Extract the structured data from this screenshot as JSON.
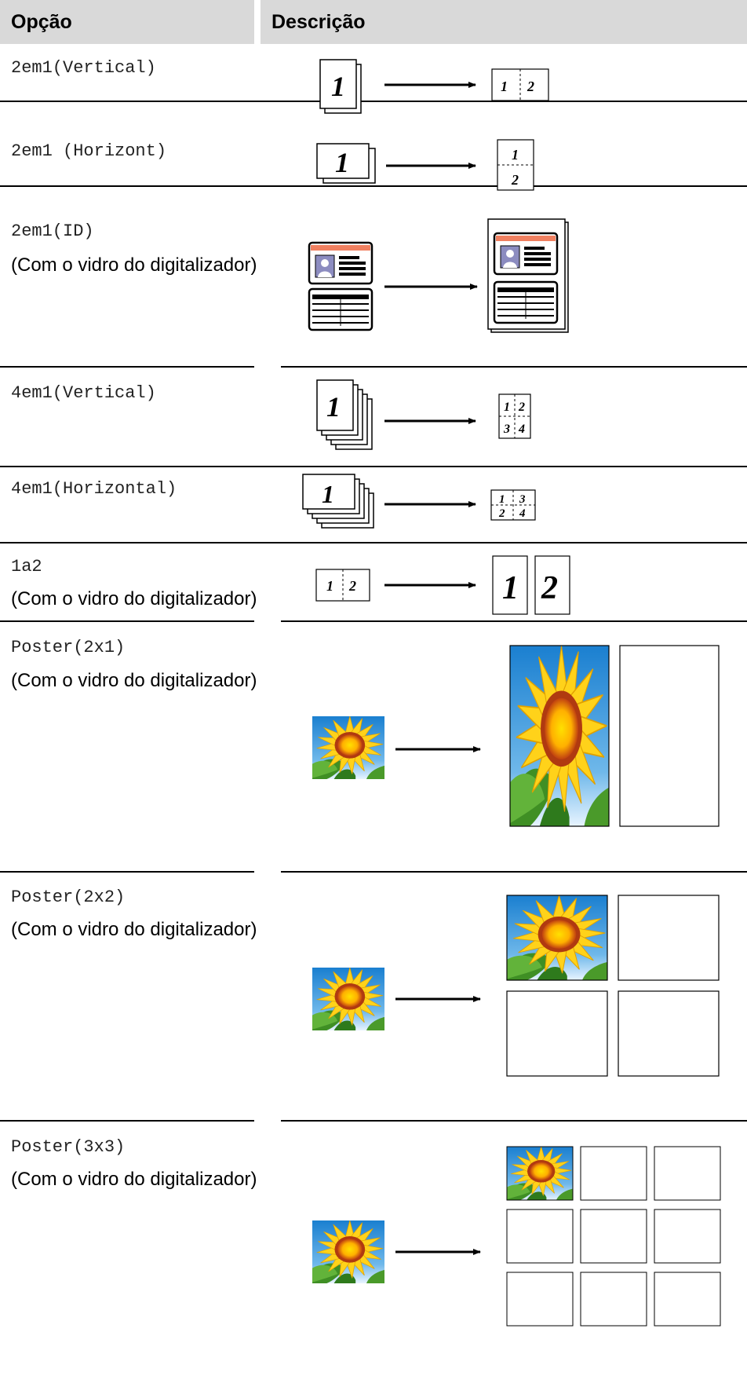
{
  "table": {
    "headers": [
      "Opção",
      "Descrição"
    ],
    "note": "(Com o vidro do digitalizador)",
    "rows": [
      {
        "option": "2em1(Vertical)",
        "note": ""
      },
      {
        "option": "2em1 (Horizont)",
        "note": ""
      },
      {
        "option": "2em1(ID)",
        "note": "(Com o vidro do digitalizador)"
      },
      {
        "option": "4em1(Vertical)",
        "note": ""
      },
      {
        "option": "4em1(Horizontal)",
        "note": ""
      },
      {
        "option": "1a2",
        "note": "(Com o vidro do digitalizador)"
      },
      {
        "option": "Poster(2x1)",
        "note": "(Com o vidro do digitalizador)"
      },
      {
        "option": "Poster(2x2)",
        "note": "(Com o vidro do digitalizador)"
      },
      {
        "option": "Poster(3x3)",
        "note": "(Com o vidro do digitalizador)"
      }
    ]
  },
  "glyphs": {
    "one": "1",
    "two": "2",
    "three": "3",
    "four": "4"
  },
  "colors": {
    "header_bg": "#d9d9d9",
    "id_card_stripe": "#f08060",
    "id_avatar": "#8c8cc0",
    "sky": "#2f8fd8",
    "petal": "#ffd21a",
    "center": "#ff9a00",
    "leaf": "#4a9a2a"
  },
  "icons": [
    "stacked-page-icon",
    "arrow-icon",
    "split-page-icon",
    "id-card-icon",
    "sunflower-photo-icon"
  ]
}
